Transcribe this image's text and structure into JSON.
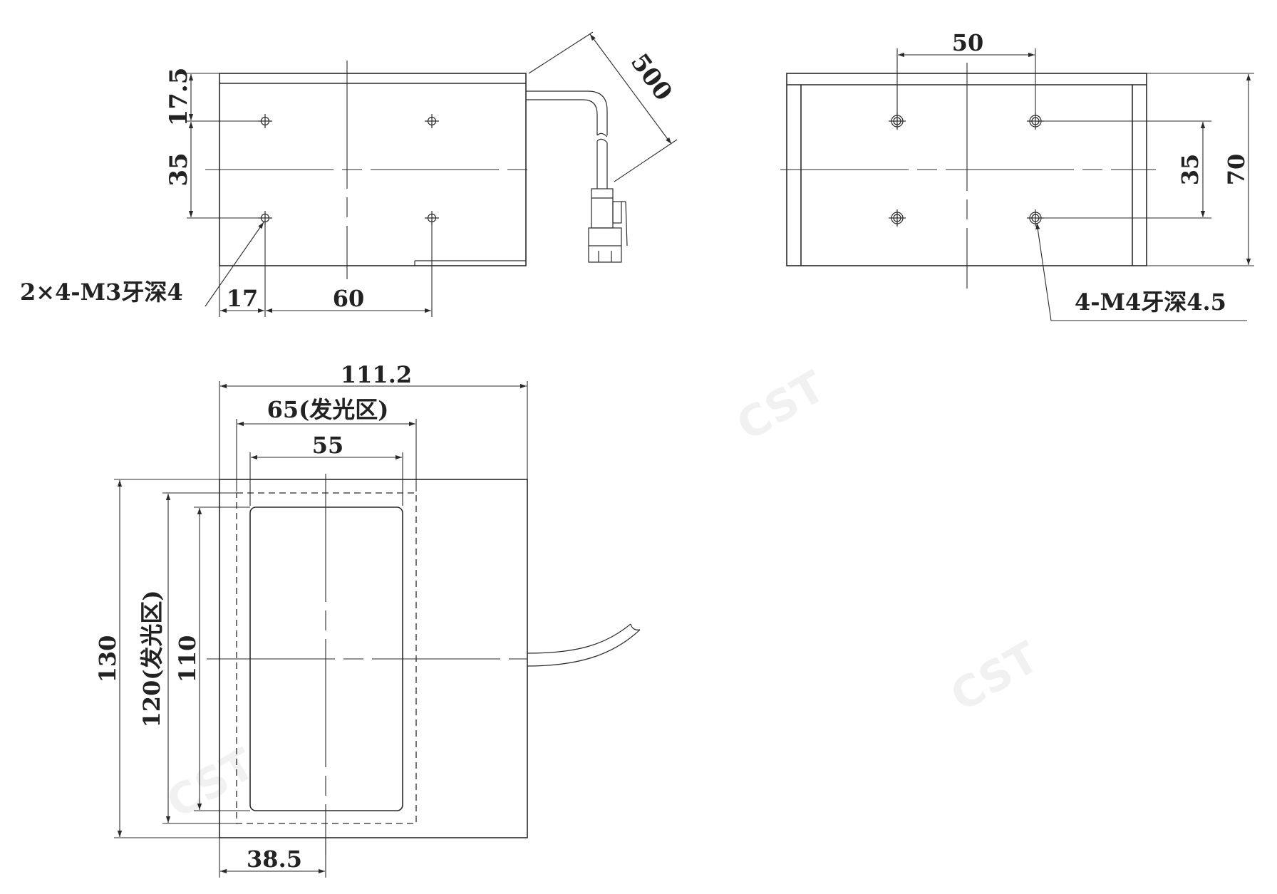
{
  "top_left_view": {
    "dim_17_5": "17.5",
    "dim_35": "35",
    "dim_17": "17",
    "dim_60": "60",
    "dim_500": "500",
    "hole_note": "2×4-M3牙深4"
  },
  "top_right_view": {
    "dim_50": "50",
    "dim_35": "35",
    "dim_70": "70",
    "hole_note": "4-M4牙深4.5"
  },
  "bottom_view": {
    "dim_111_2": "111.2",
    "dim_65": "65(发光区)",
    "dim_55": "55",
    "dim_130": "130",
    "dim_120": "120(发光区)",
    "dim_110": "110",
    "dim_38_5": "38.5"
  },
  "watermark": "CST"
}
